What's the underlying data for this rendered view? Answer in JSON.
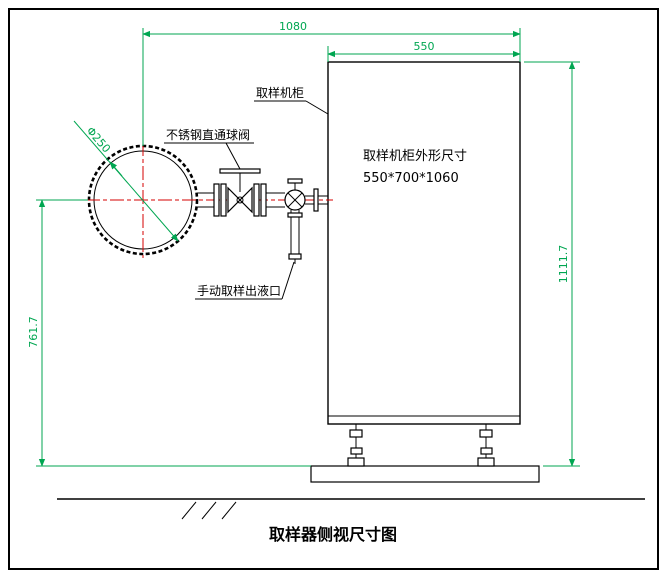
{
  "colors": {
    "dimension_green": "#00a651",
    "centerline_red": "#d40000",
    "line_black": "#000000",
    "background": "#ffffff"
  },
  "title": "取样器侧视尺寸图",
  "dimensions": {
    "overall_width": "1080",
    "cabinet_width": "550",
    "overall_height": "1111.7",
    "pipe_center_height": "761.7",
    "pipe_diameter": "Φ250"
  },
  "labels": {
    "cabinet": "取样机柜",
    "ball_valve": "不锈钢直通球阀",
    "manual_outlet": "手动取样出液口",
    "cabinet_spec_title": "取样机柜外形尺寸",
    "cabinet_spec_value": "550*700*1060"
  }
}
